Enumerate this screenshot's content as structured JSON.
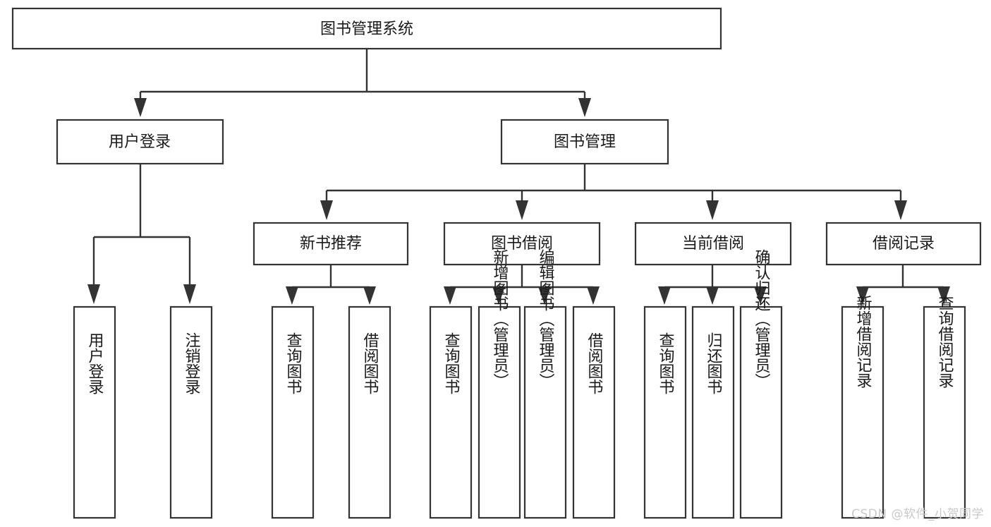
{
  "diagram": {
    "type": "tree-hierarchy",
    "title": "图书管理系统",
    "orientation": "top-down",
    "colors": {
      "box_stroke": "#333333",
      "box_fill": "#ffffff",
      "connector": "#333333",
      "text": "#1a1a1a",
      "watermark": "#c9c9c9",
      "background": "#ffffff"
    },
    "root": {
      "label": "图书管理系统"
    },
    "level2": [
      {
        "id": "user-login",
        "label": "用户登录"
      },
      {
        "id": "book-management",
        "label": "图书管理"
      }
    ],
    "level3": [
      {
        "id": "new-book-recommend",
        "label": "新书推荐",
        "parent": "book-management"
      },
      {
        "id": "book-borrow",
        "label": "图书借阅",
        "parent": "book-management"
      },
      {
        "id": "current-borrow",
        "label": "当前借阅",
        "parent": "book-management"
      },
      {
        "id": "borrow-record",
        "label": "借阅记录",
        "parent": "book-management"
      }
    ],
    "leaves": {
      "user-login": [
        {
          "id": "leaf-user-login",
          "label": "用户登录"
        },
        {
          "id": "leaf-logout",
          "label": "注销登录"
        }
      ],
      "new-book-recommend": [
        {
          "id": "leaf-query-book-1",
          "label": "查询图书"
        },
        {
          "id": "leaf-borrow-book-1",
          "label": "借阅图书"
        }
      ],
      "book-borrow": [
        {
          "id": "leaf-query-book-2",
          "label": "查询图书"
        },
        {
          "id": "leaf-add-book",
          "label": "新增图书（管理员）"
        },
        {
          "id": "leaf-edit-book",
          "label": "编辑图书（管理员）"
        },
        {
          "id": "leaf-borrow-book-2",
          "label": "借阅图书"
        }
      ],
      "current-borrow": [
        {
          "id": "leaf-query-book-3",
          "label": "查询图书"
        },
        {
          "id": "leaf-return-book",
          "label": "归还图书"
        },
        {
          "id": "leaf-confirm-return",
          "label": "确认归还（管理员）"
        }
      ],
      "borrow-record": [
        {
          "id": "leaf-add-record",
          "label": "新增借阅记录"
        },
        {
          "id": "leaf-query-record",
          "label": "查询借阅记录"
        }
      ]
    },
    "watermark": "CSDN @软件_小贺同学"
  }
}
